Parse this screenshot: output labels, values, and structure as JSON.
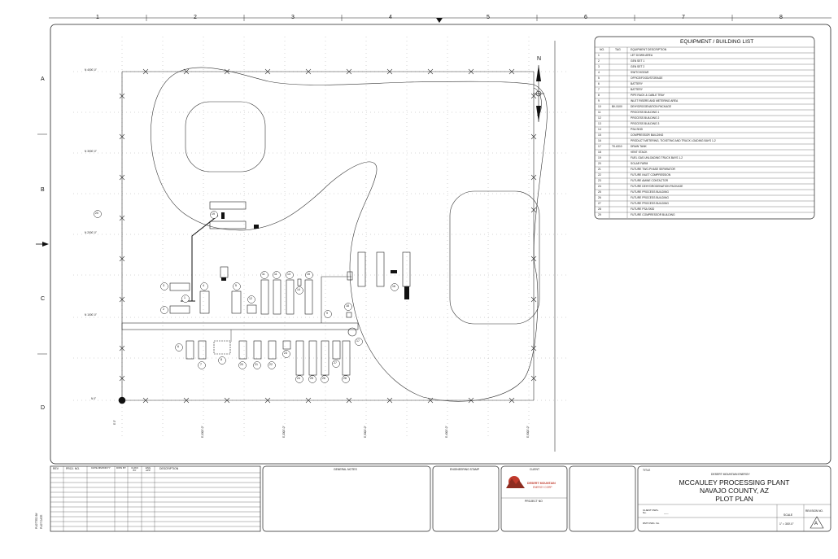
{
  "zones": {
    "columns": [
      "1",
      "2",
      "3",
      "4",
      "5",
      "6",
      "7",
      "8"
    ],
    "rows": [
      "A",
      "B",
      "C",
      "D"
    ]
  },
  "north_label": "N",
  "grid_labels": {
    "horizontal": [
      "N 4000'-0\"",
      "N 3000'-0\"",
      "N 2000'-0\"",
      "N 1000'-0\"",
      "N 0\""
    ],
    "vertical": [
      "E 0\"",
      "E 1000'-0\"",
      "E 2000'-0\"",
      "E 3000'-0\"",
      "E 4000'-0\"",
      "E 5000'-0\""
    ]
  },
  "equipment_list": {
    "title": "EQUIPMENT / BUILDING LIST",
    "headers": [
      "NO.",
      "TAG",
      "EQUIPMENT DESCRIPTION"
    ],
    "rows": [
      [
        "1",
        "",
        "LET DOWN AREA"
      ],
      [
        "2",
        "",
        "GEN SET 1"
      ],
      [
        "3",
        "",
        "GEN SET 2"
      ],
      [
        "4",
        "",
        "SWITCHGEAR"
      ],
      [
        "5",
        "",
        "OFFICE/FOOD/STORAGE"
      ],
      [
        "6",
        "",
        "BATTERY"
      ],
      [
        "7",
        "",
        "BATTERY"
      ],
      [
        "8",
        "",
        "PIPE RACK & CABLE TRAY"
      ],
      [
        "9",
        "",
        "INLET RISERS AND METERING AREA"
      ],
      [
        "10",
        "BK-5100",
        "DEHYDROGENATION PACKAGE"
      ],
      [
        "11",
        "",
        "PROCESS BUILDING 1"
      ],
      [
        "12",
        "",
        "PROCESS BUILDING 2"
      ],
      [
        "13",
        "",
        "PROCESS BUILDING 3"
      ],
      [
        "14",
        "",
        "PSA SKID"
      ],
      [
        "15",
        "",
        "COMPRESSOR BUILDING"
      ],
      [
        "16",
        "",
        "PRODUCT METERING, TICKETING AND TRUCK LOADING BAYS 1-2"
      ],
      [
        "17",
        "TK-6310",
        "DRAIN TANK"
      ],
      [
        "18",
        "",
        "VENT STACK"
      ],
      [
        "19",
        "",
        "FUEL GAS UNLOADING TRUCK BAYS 1-2"
      ],
      [
        "20",
        "",
        "SOLAR FARM"
      ],
      [
        "21",
        "",
        "FUTURE TWO-PHASE SEPARATOR"
      ],
      [
        "22",
        "",
        "FUTURE INLET COMPRESSION"
      ],
      [
        "23",
        "",
        "FUTURE AMINE CONTACTOR"
      ],
      [
        "24",
        "",
        "FUTURE DEHYDROGENATION PACKAGE"
      ],
      [
        "25",
        "",
        "FUTURE PROCESS BUILDING"
      ],
      [
        "26",
        "",
        "FUTURE PROCESS BUILDING"
      ],
      [
        "27",
        "",
        "FUTURE PROCESS BUILDING"
      ],
      [
        "28",
        "",
        "FUTURE PSA SKID"
      ],
      [
        "29",
        "",
        "FUTURE COMPRESSOR BUILDING"
      ]
    ]
  },
  "callouts": [
    "1",
    "2",
    "3",
    "4",
    "5",
    "6",
    "7",
    "8",
    "9",
    "11",
    "12",
    "13",
    "14",
    "15",
    "16",
    "17",
    "18",
    "19",
    "20",
    "21",
    "22",
    "23",
    "24",
    "25",
    "26",
    "27",
    "28",
    "29"
  ],
  "title_block": {
    "revision_headers": [
      "REV",
      "PROJ. NO.",
      "DATE MM/DD/YY",
      "DWN BY",
      "CHKD BY",
      "ENG APP",
      "DESCRIPTION"
    ],
    "general_notes": "GENERAL NOTES",
    "engineering_stamp": "ENGINEERING STAMP",
    "client_label": "CLIENT",
    "client_logo_line1": "DESERT MOUNTAIN",
    "client_logo_line2": "ENERGY CORP",
    "project_no": "PROJECT NO",
    "plotted_by": "PLOTTED BY",
    "plot_date": "PLOT DATE",
    "title_label": "TITLE",
    "company": "DESERT MOUNTAIN ENERGY",
    "title_line1": "MCCAULEY PROCESSING PLANT",
    "title_line2": "NAVAJO COUNTY, AZ",
    "title_line3": "PLOT PLAN",
    "client_dwg_label": "CLIENT DWG. No.",
    "client_dwg_value": "-----",
    "dmt_dwg_label": "DMT DWG. No.",
    "scale_label": "SCALE",
    "scale_value": "1\" = 300'-0\"",
    "revision_no_label": "REVISION NO.",
    "revision_no": "A"
  },
  "colors": {
    "logo": "#c0392b"
  }
}
